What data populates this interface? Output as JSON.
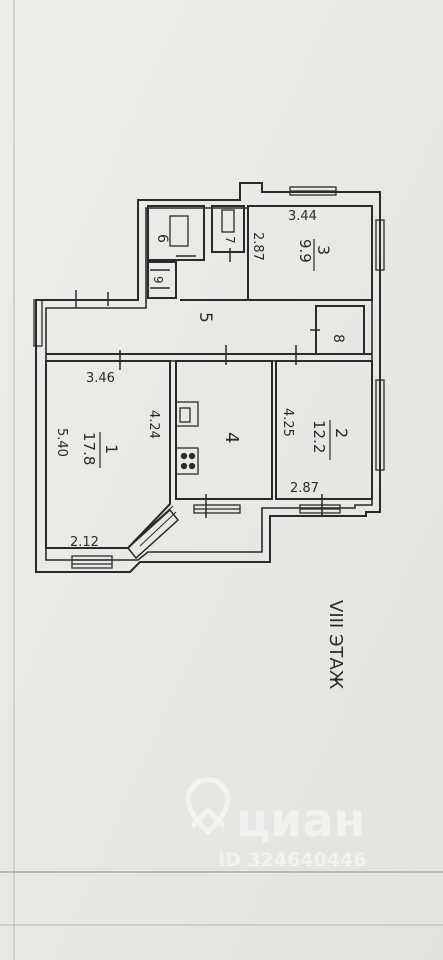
{
  "plan": {
    "floor_label": "VIII ЭТАЖ",
    "rooms": [
      {
        "number": "1",
        "area": "17.8"
      },
      {
        "number": "2",
        "area": "12.2"
      },
      {
        "number": "3",
        "area": "9.9"
      },
      {
        "number": "4",
        "area": ""
      },
      {
        "number": "5",
        "area": ""
      },
      {
        "number": "6",
        "area": ""
      },
      {
        "number": "7",
        "area": ""
      },
      {
        "number": "8",
        "area": ""
      },
      {
        "number": "9",
        "area": ""
      }
    ],
    "dimensions": {
      "room1_height": "5.40",
      "room1_width": "3.46",
      "room1_inner": "4.24",
      "room1_bottom": "2.12",
      "room2_height": "4.25",
      "room2_width": "2.87",
      "room3_width": "3.44",
      "room3_height": "2.87"
    }
  },
  "watermark": {
    "brand": "циан",
    "id": "ID 324640446"
  },
  "colors": {
    "paper": "#e9e9e6",
    "ink": "#2a2a2a",
    "watermark": "#f4f4f2"
  }
}
